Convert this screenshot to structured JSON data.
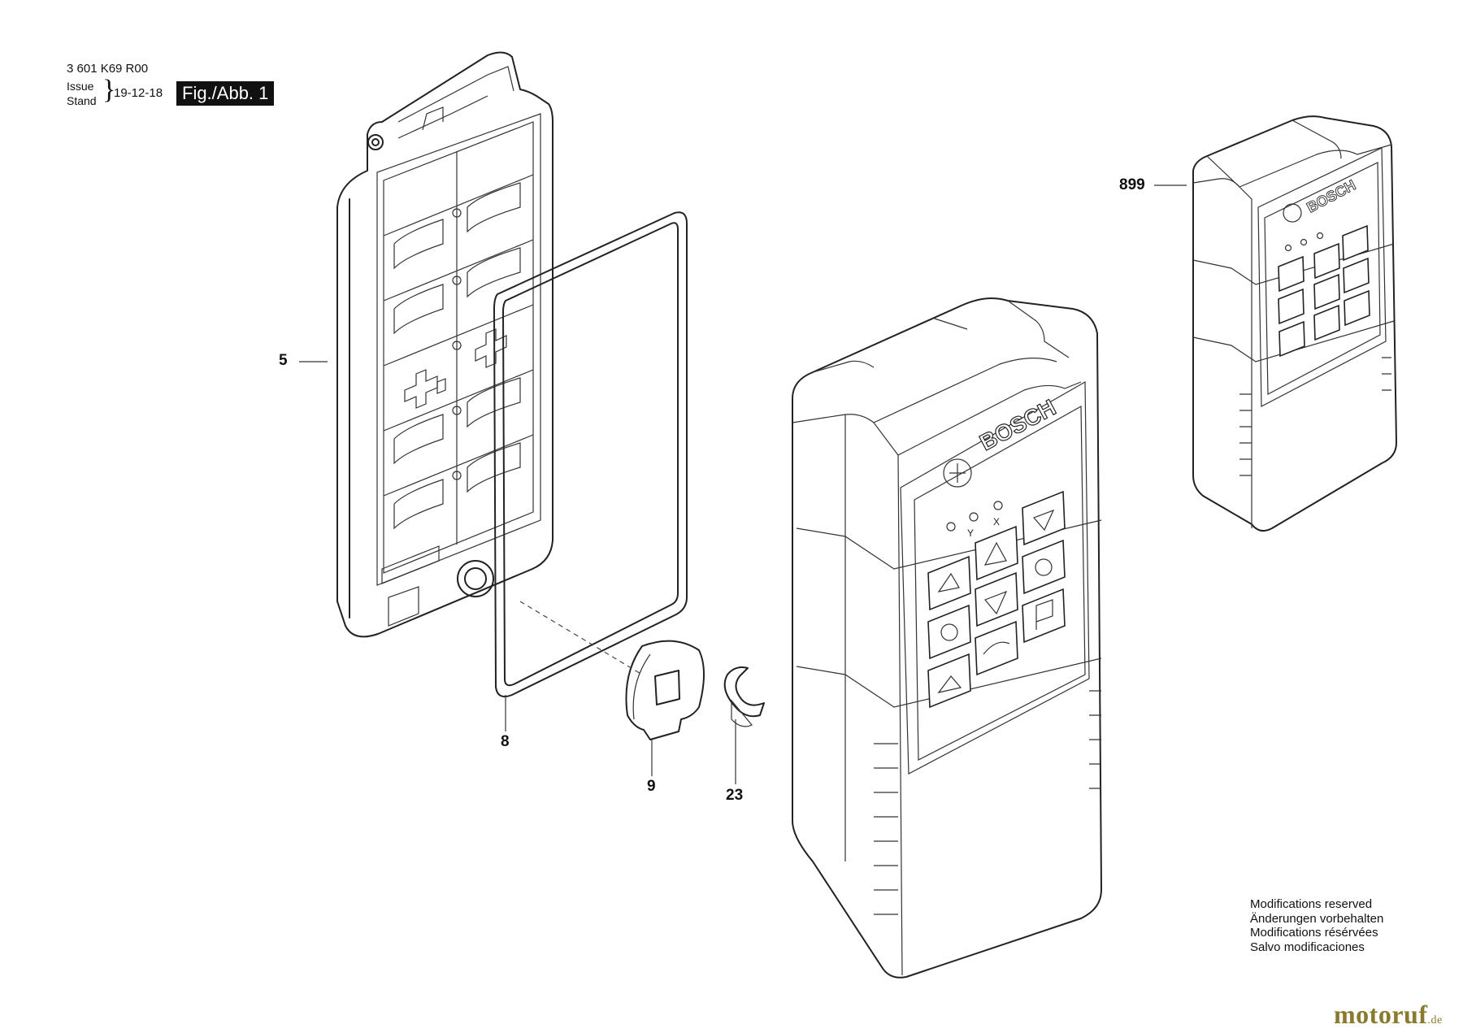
{
  "header": {
    "part_number": "3 601 K69 R00",
    "issue_label": "Issue",
    "stand_label": "Stand",
    "date": "19-12-18",
    "figure_label": "Fig./Abb. 1"
  },
  "callouts": {
    "c5": "5",
    "c8": "8",
    "c9": "9",
    "c23": "23",
    "c899": "899"
  },
  "remote": {
    "brand": "BOSCH",
    "led_y": "Y",
    "led_x": "X"
  },
  "notice": {
    "en": "Modifications reserved",
    "de": "Änderungen vorbehalten",
    "fr": "Modifications résérvées",
    "es": "Salvo modificaciones"
  },
  "watermark": {
    "name": "motoruf",
    "suffix": ".de",
    "color": "#8a7a2e"
  }
}
